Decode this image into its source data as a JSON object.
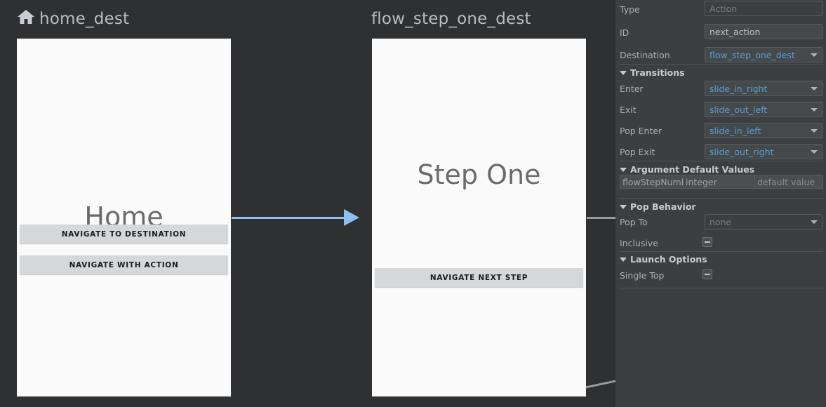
{
  "canvas": {
    "background": "#2e3032",
    "destinations": [
      {
        "id": "home-dest",
        "title": "home_dest",
        "has_home_icon": true,
        "icon_name": "home-icon",
        "preview_title": "Home",
        "buttons": [
          {
            "label": "NAVIGATE TO DESTINATION"
          },
          {
            "label": "NAVIGATE WITH ACTION"
          }
        ]
      },
      {
        "id": "flow-step-one-dest",
        "title": "flow_step_one_dest",
        "has_home_icon": false,
        "preview_title": "Step One",
        "buttons": [
          {
            "label": "NAVIGATE NEXT STEP"
          }
        ]
      }
    ],
    "connections": {
      "action_arrow_color": "#8dc0f0",
      "plain_line_color": "#9a9a9a"
    }
  },
  "panel": {
    "fields": [
      {
        "key": "type",
        "label": "Type",
        "value": "Action",
        "placeholder": true,
        "combo": false,
        "link": false
      },
      {
        "key": "id",
        "label": "ID",
        "value": "next_action",
        "placeholder": false,
        "combo": false,
        "link": false
      },
      {
        "key": "destination",
        "label": "Destination",
        "value": "flow_step_one_dest",
        "placeholder": false,
        "combo": true,
        "link": true
      }
    ],
    "sections": [
      {
        "key": "transitions",
        "title": "Transitions",
        "expanded": true,
        "rows": [
          {
            "label": "Enter",
            "value": "slide_in_right",
            "combo": true,
            "link": true
          },
          {
            "label": "Exit",
            "value": "slide_out_left",
            "combo": true,
            "link": true
          },
          {
            "label": "Pop Enter",
            "value": "slide_in_left",
            "combo": true,
            "link": true
          },
          {
            "label": "Pop Exit",
            "value": "slide_out_right",
            "combo": true,
            "link": true
          }
        ]
      },
      {
        "key": "argument-default-values",
        "title": "Argument Default Values",
        "expanded": true,
        "arg_columns": [
          "flowStepNumbe",
          "integer",
          "default value"
        ]
      },
      {
        "key": "pop-behavior",
        "title": "Pop Behavior",
        "expanded": true,
        "rows": [
          {
            "label": "Pop To",
            "value": "none",
            "combo": true,
            "link": false,
            "placeholder": true
          },
          {
            "label": "Inclusive",
            "checkbox": "indeterminate"
          }
        ]
      },
      {
        "key": "launch-options",
        "title": "Launch Options",
        "expanded": true,
        "rows": [
          {
            "label": "Single Top",
            "checkbox": "indeterminate"
          }
        ]
      }
    ]
  }
}
